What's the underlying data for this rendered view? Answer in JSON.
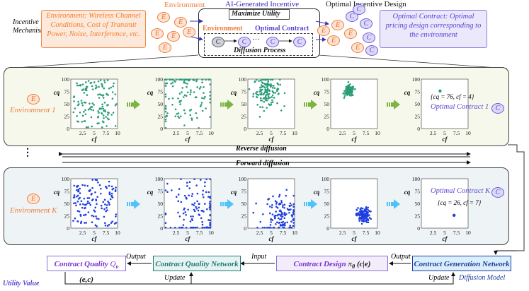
{
  "header": {
    "incentive_mechanism": "Incentive Mechanism",
    "environment_label": "Environment",
    "ai_incentive_title": "AI-Generated Incentive",
    "maximize_utility": "Maximize Utility",
    "inner_environment": "Environment",
    "inner_optimal_contract": "Optimal Contract",
    "diffusion_process": "Diffusion Process",
    "optimal_incentive_design": "Optimal Incentive Design",
    "env_description": "Environment: Wireless Channel Conditions, Cost of Transmit Power, Noise, Interference, etc.",
    "oc_description": "Optimal Contract: Optimal pricing design corresponding to the environment",
    "e_glyph": "E",
    "c_glyph": "C",
    "dots": "···"
  },
  "rows": [
    {
      "env_label": "Environment 1",
      "contract_label": "Optimal Contract 1",
      "contract_value": "{cq = 76, cf = 4}",
      "point_color": "#2a9d78",
      "final_point": {
        "x": 4,
        "y": 76
      },
      "stage_spreads": [
        1.0,
        0.75,
        0.28,
        0.1,
        0.0
      ]
    },
    {
      "env_label": "Environment K",
      "contract_label": "Optimal Contract K",
      "contract_value": "{cq = 26, cf = 7}",
      "point_color": "#1f3fe0",
      "final_point": {
        "x": 7,
        "y": 26
      },
      "stage_spreads": [
        1.0,
        0.8,
        0.4,
        0.14,
        0.0
      ]
    }
  ],
  "axes": {
    "y_label": "cq",
    "x_label": "cf",
    "y_ticks": [
      "0",
      "25",
      "50",
      "75",
      "100"
    ],
    "x_ticks": [
      "2.5",
      "5",
      "7.5",
      "10"
    ]
  },
  "middle": {
    "vertical_dots": "⋮",
    "reverse_diffusion": "Reverse diffusion",
    "forward_diffusion": "Forward diffusion"
  },
  "bottom": {
    "contract_quality": "Contract Quality",
    "contract_quality_formula": "Q",
    "contract_quality_sub": "υ",
    "contract_quality_args": "(e,c)",
    "contract_quality_network": "Contract Quality Network",
    "contract_design": "Contract Design",
    "contract_design_pi": "π",
    "contract_design_sub": "θ",
    "contract_design_args": "(c|e)",
    "contract_generation_network": "Contract Generation Network",
    "output1": "Output",
    "input": "Input",
    "output2": "Output",
    "update1": "Update",
    "update2": "Update",
    "utility_value": "Utility Value",
    "diffusion_model": "Diffusion Model"
  },
  "colors": {
    "orange": "#ee7b3a",
    "purple": "#5c46cf",
    "green_arrow": "#7cb342",
    "blue_arrow": "#4fc3f7",
    "teal": "#1f7a7a"
  }
}
